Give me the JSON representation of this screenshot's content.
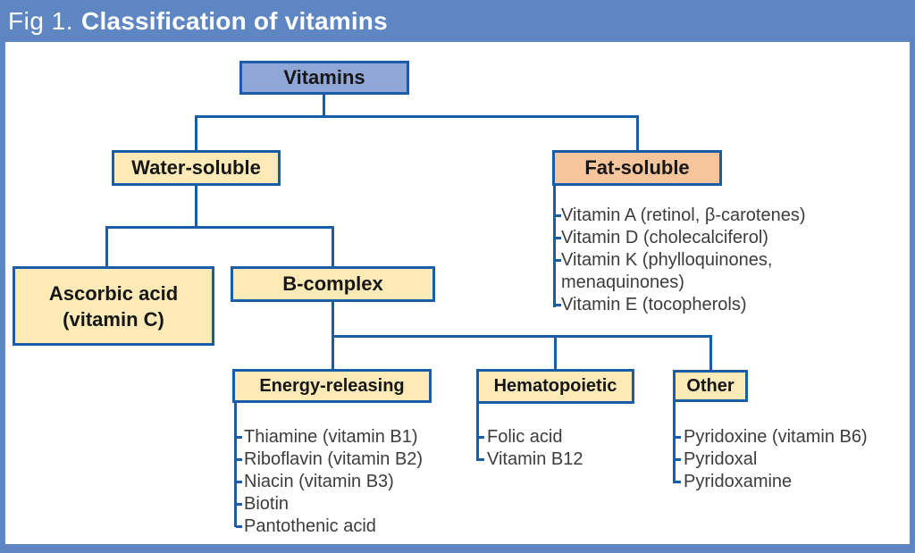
{
  "figure": {
    "label": "Fig 1.",
    "title": "Classification of vitamins"
  },
  "colors": {
    "header_bg": "#5d86c3",
    "frame_blue": "#5d86c3",
    "connector_blue": "#1a5ca8",
    "root_fill": "#8fa6d6",
    "cream_fill": "#fdeab6",
    "peach_fill": "#f6c59c",
    "node_text": "#161616",
    "list_text": "#3c3c3c"
  },
  "nodes": {
    "root": {
      "label": "Vitamins"
    },
    "water_soluble": {
      "label": "Water-soluble"
    },
    "fat_soluble": {
      "label": "Fat-soluble"
    },
    "ascorbic": {
      "line1": "Ascorbic acid",
      "line2": "(vitamin C)"
    },
    "b_complex": {
      "label": "B-complex"
    },
    "energy_releasing": {
      "label": "Energy-releasing"
    },
    "hematopoietic": {
      "label": "Hematopoietic"
    },
    "other": {
      "label": "Other"
    }
  },
  "lists": {
    "fat_soluble": {
      "items": [
        "Vitamin A (retinol, β-carotenes)",
        "Vitamin D (cholecalciferol)",
        "Vitamin K (phylloquinones, menaquinones)",
        "Vitamin E (tocopherols)"
      ]
    },
    "energy_releasing": {
      "items": [
        "Thiamine (vitamin B1)",
        "Riboflavin (vitamin B2)",
        "Niacin (vitamin B3)",
        "Biotin",
        "Pantothenic acid"
      ]
    },
    "hematopoietic": {
      "items": [
        "Folic acid",
        "Vitamin B12"
      ]
    },
    "other": {
      "items": [
        "Pyridoxine (vitamin B6)",
        "Pyridoxal",
        "Pyridoxamine"
      ]
    }
  }
}
